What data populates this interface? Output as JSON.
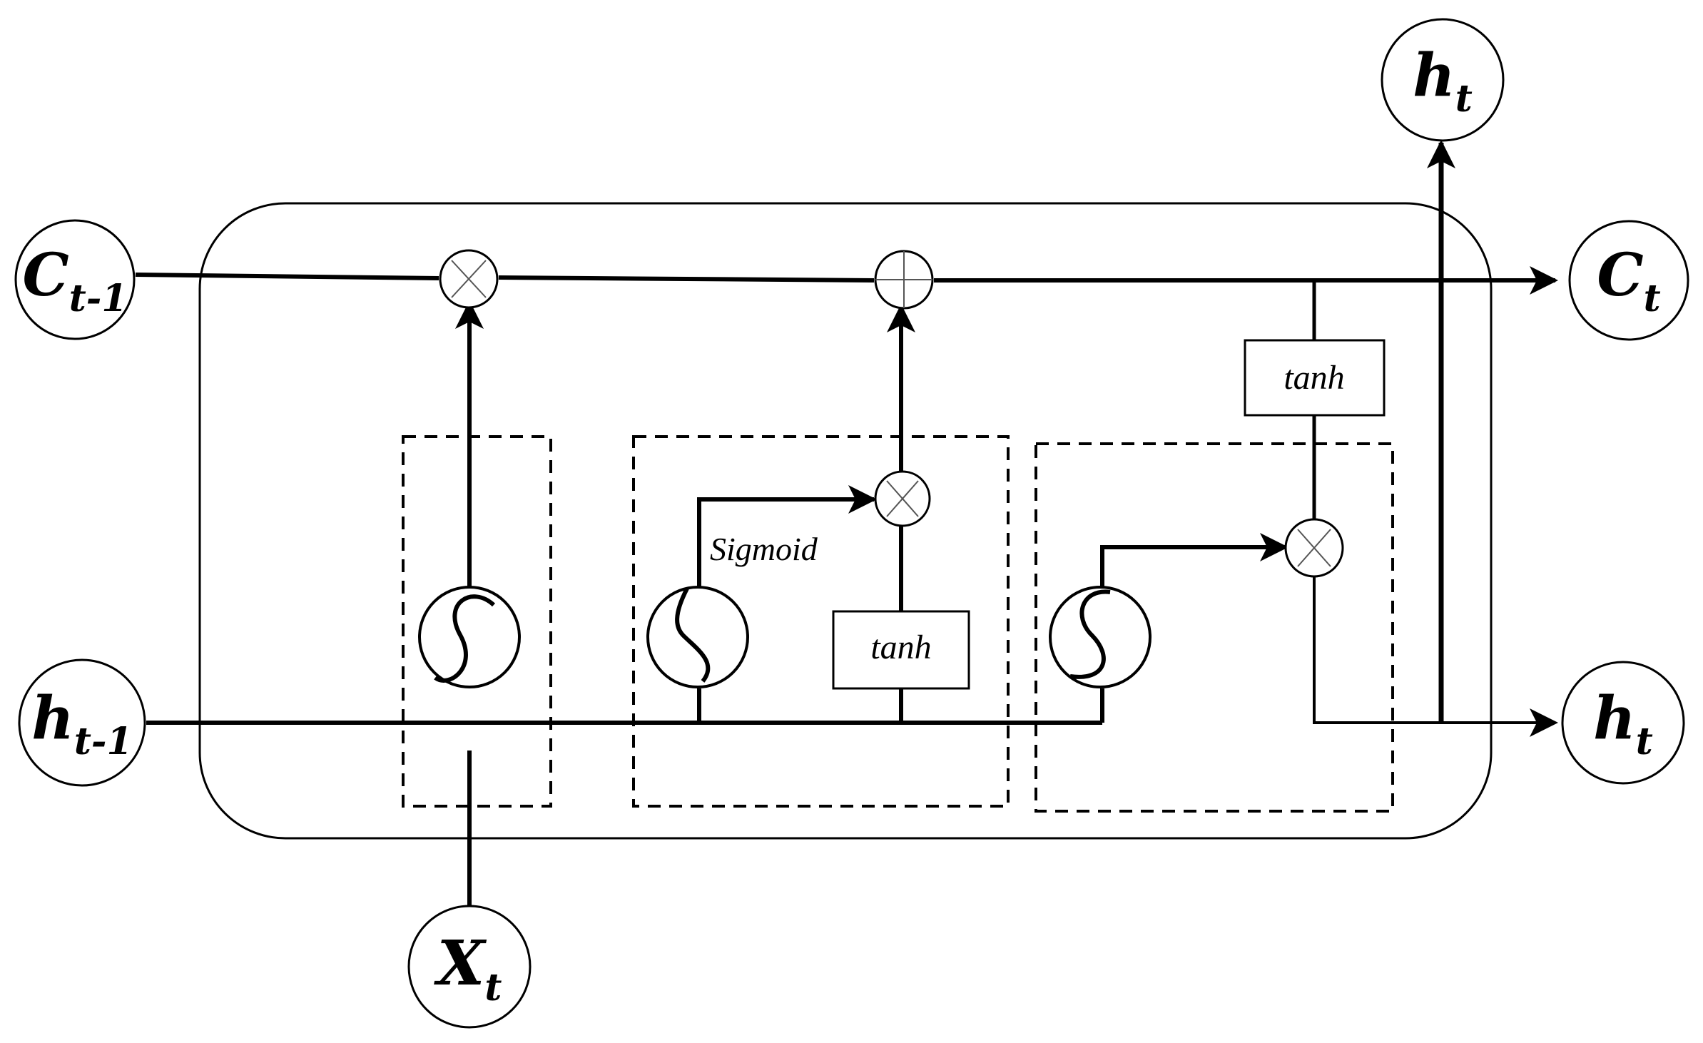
{
  "nodes": {
    "c_prev": {
      "main": "C",
      "sub": "t-1"
    },
    "c_out": {
      "main": "C",
      "sub": "t"
    },
    "h_prev": {
      "main": "h",
      "sub": "t-1"
    },
    "h_out_top": {
      "main": "h",
      "sub": "t"
    },
    "h_out_right": {
      "main": "h",
      "sub": "t"
    },
    "x_in": {
      "main": "X",
      "sub": "t"
    }
  },
  "labels": {
    "tanh_input": "tanh",
    "tanh_output": "tanh",
    "sigmoid": "Sigmoid"
  },
  "colors": {
    "stroke": "#000000",
    "background": "#ffffff"
  }
}
